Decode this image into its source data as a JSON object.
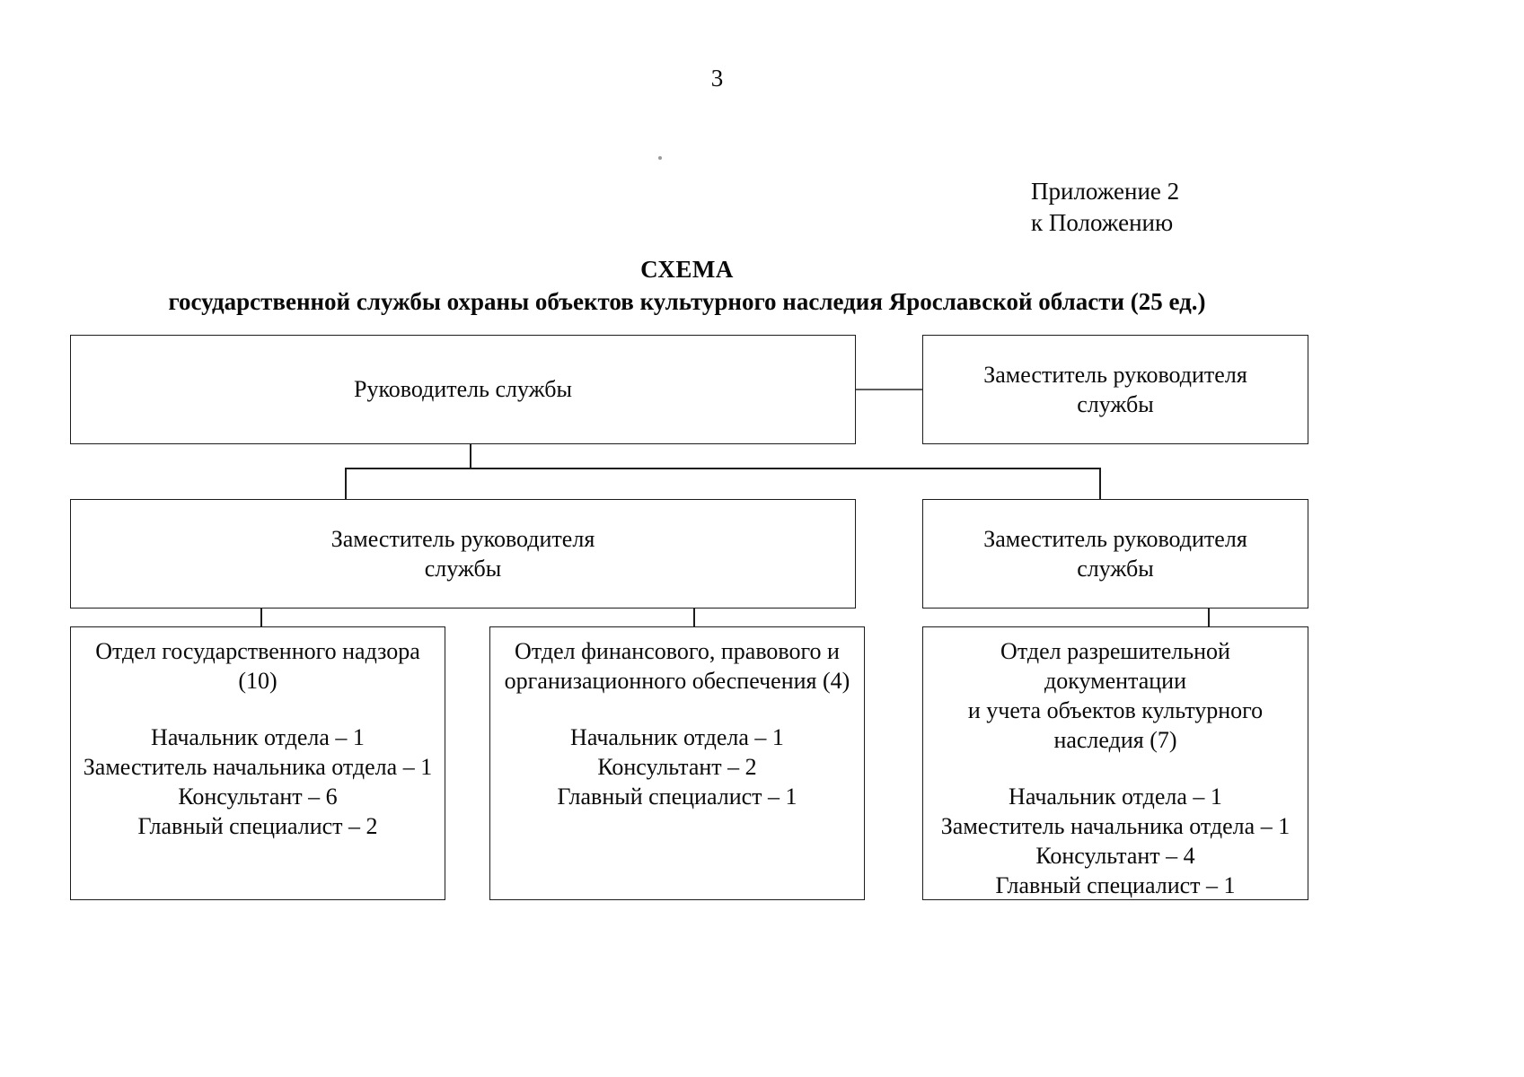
{
  "document": {
    "page_number": "3",
    "appendix_lines": [
      "Приложение 2",
      "к Положению"
    ],
    "title": "СХЕМА",
    "subtitle": "государственной службы охраны объектов культурного наследия Ярославской области (25 ед.)"
  },
  "chart": {
    "type": "org-chart",
    "head": {
      "label": "Руководитель службы"
    },
    "deputy_top": {
      "label": "Заместитель руководителя\nслужбы"
    },
    "deputy_left": {
      "label": "Заместитель руководителя\nслужбы"
    },
    "deputy_right": {
      "label": "Заместитель руководителя\nслужбы"
    },
    "departments": [
      {
        "title": "Отдел государственного надзора\n(10)",
        "headcount": 10,
        "staff": [
          "Начальник отдела – 1",
          "Заместитель начальника отдела – 1",
          "Консультант – 6",
          "Главный специалист – 2"
        ]
      },
      {
        "title": "Отдел финансового, правового и\nорганизационного обеспечения (4)",
        "headcount": 4,
        "staff": [
          "Начальник отдела – 1",
          "Консультант – 2",
          "Главный специалист – 1"
        ]
      },
      {
        "title": "Отдел разрешительной\nдокументации\nи учета объектов культурного\nнаследия (7)",
        "headcount": 7,
        "staff": [
          "Начальник отдела – 1",
          "Заместитель начальника отдела – 1",
          "Консультант – 4",
          "Главный специалист – 1"
        ]
      }
    ]
  }
}
